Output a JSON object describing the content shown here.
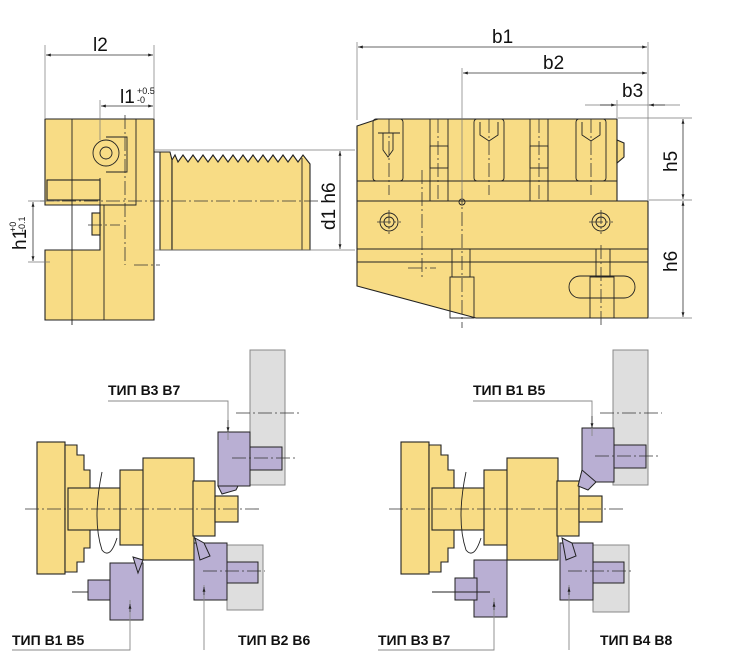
{
  "dimensions": {
    "l2": "l2",
    "l1": "l1",
    "l1_tol_upper": "+0.5",
    "l1_tol_lower": "-0",
    "h1": "h1",
    "h1_tol_upper": "+0",
    "h1_tol_lower": "-0.1",
    "d1": "d1  h6",
    "b1": "b1",
    "b2": "b2",
    "b3": "b3",
    "h5": "h5",
    "h6": "h6"
  },
  "labels": {
    "left_top": "ТИП B3 B7",
    "left_bottom_left": "ТИП B1 B5",
    "left_bottom_right": "ТИП B2 B6",
    "right_top": "ТИП B1 B5",
    "right_bottom_left": "ТИП B3 B7",
    "right_bottom_right": "ТИП B4 B8"
  },
  "colors": {
    "body": "#F8DC85",
    "tool": "#B9AFD3",
    "holder": "#DEDEDE"
  }
}
